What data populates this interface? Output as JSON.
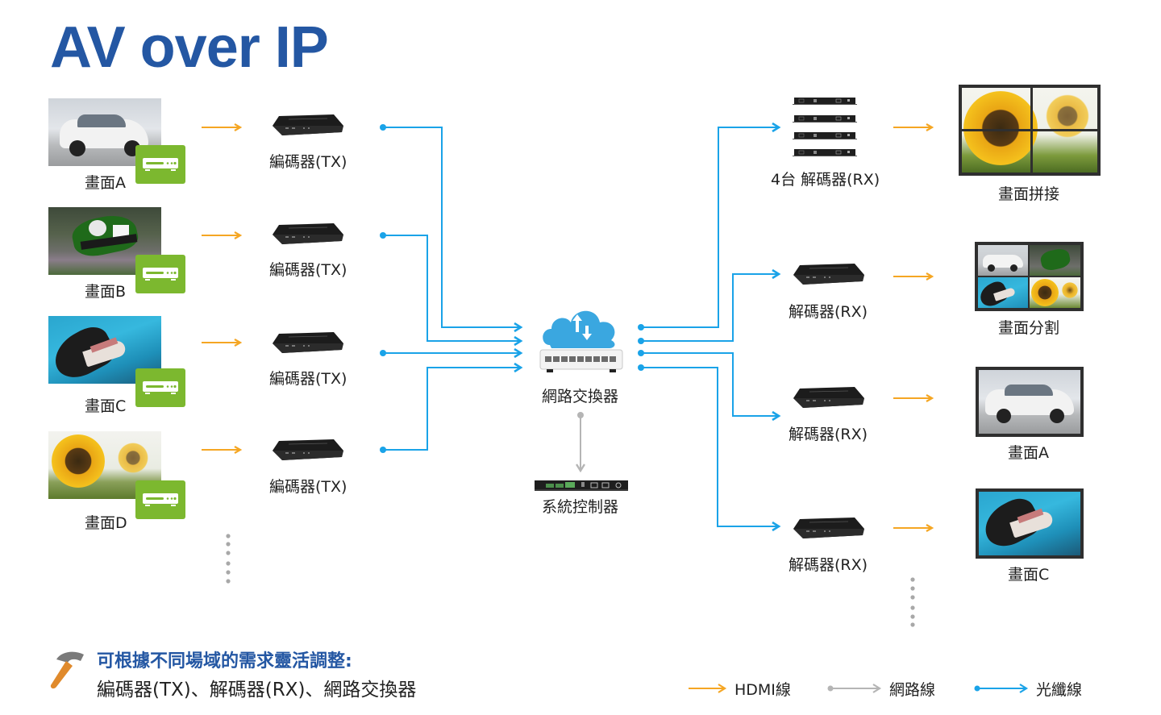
{
  "title": "AV over IP",
  "colors": {
    "title": "#2457a3",
    "hdmi": "#f5a623",
    "network": "#b5b5b5",
    "fiber": "#1aa3e8",
    "badge": "#7cb82f"
  },
  "sources": [
    {
      "label": "畫面A",
      "image": "white-car"
    },
    {
      "label": "畫面B",
      "image": "motorcycle-racer"
    },
    {
      "label": "畫面C",
      "image": "orca"
    },
    {
      "label": "畫面D",
      "image": "sunflowers"
    }
  ],
  "encoders": [
    {
      "label": "編碼器(TX)"
    },
    {
      "label": "編碼器(TX)"
    },
    {
      "label": "編碼器(TX)"
    },
    {
      "label": "編碼器(TX)"
    }
  ],
  "switch": {
    "label": "網路交換器",
    "icon": "cloud-switch-icon"
  },
  "controller": {
    "label": "系統控制器"
  },
  "decoders": [
    {
      "label": "4台 解碼器(RX)",
      "count": 4
    },
    {
      "label": "解碼器(RX)",
      "count": 1
    },
    {
      "label": "解碼器(RX)",
      "count": 1
    },
    {
      "label": "解碼器(RX)",
      "count": 1
    }
  ],
  "outputs": [
    {
      "label": "畫面拼接",
      "image": "video-wall-sunflower"
    },
    {
      "label": "畫面分割",
      "image": "quad-split"
    },
    {
      "label": "畫面A",
      "image": "white-car"
    },
    {
      "label": "畫面C",
      "image": "orca"
    }
  ],
  "footer": {
    "heading": "可根據不同場域的需求靈活調整:",
    "subtext": "編碼器(TX)、解碼器(RX)、網路交換器",
    "icon": "hammer-icon"
  },
  "legend": [
    {
      "label": "HDMI線",
      "type": "hdmi"
    },
    {
      "label": "網路線",
      "type": "network"
    },
    {
      "label": "光纖線",
      "type": "fiber"
    }
  ]
}
